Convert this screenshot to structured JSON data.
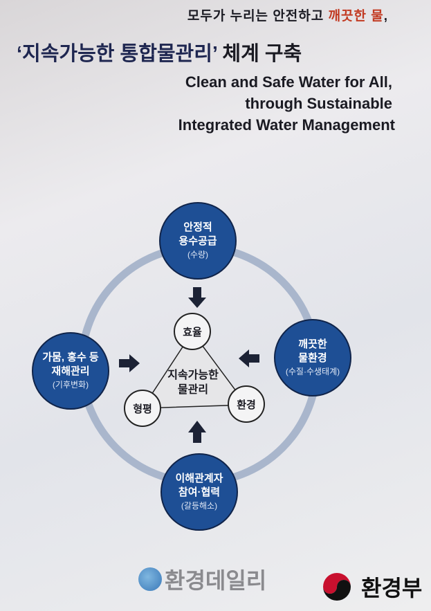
{
  "header": {
    "line1_prefix": "모두가 누리는 안전하고 ",
    "line1_highlight": "깨끗한 물",
    "line1_suffix": ",",
    "line2_highlight": "‘지속가능한 통합물관리’",
    "line2_suffix": " 체계 구축",
    "english": [
      "Clean and Safe Water for All,",
      "through Sustainable",
      "Integrated Water Management"
    ]
  },
  "diagram": {
    "outer": [
      {
        "main": [
          "안정적",
          "용수공급"
        ],
        "sub": "(수량)"
      },
      {
        "main": [
          "깨끗한",
          "물환경"
        ],
        "sub": "(수질·수생태계)"
      },
      {
        "main": [
          "이해관계자",
          "참여·협력"
        ],
        "sub": "(갈등해소)"
      },
      {
        "main": [
          "가뭄, 홍수 등",
          "재해관리"
        ],
        "sub": "(기후변화)"
      }
    ],
    "inner": [
      "효율",
      "환경",
      "형평"
    ],
    "center": [
      "지속가능한",
      "물관리"
    ],
    "colors": {
      "bubble": "#1e4f95",
      "ring": "#a9b6cc",
      "arrow": "#1c2235"
    }
  },
  "footer": {
    "media_logo": "환경데일리",
    "ministry_logo": "환경부"
  }
}
